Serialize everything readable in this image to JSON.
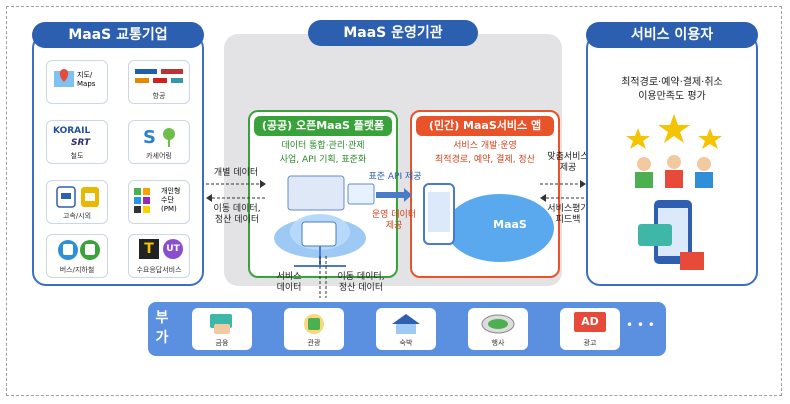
{
  "panels": {
    "left": {
      "title": "MaaS 교통기업",
      "tiles": [
        {
          "label": "지도/\nMaps",
          "icon": "map-icon"
        },
        {
          "label": "항공",
          "icon": "airline-logos-icon"
        },
        {
          "label": "철도",
          "icon": "rail-logos-icon",
          "logos": [
            "KORAIL",
            "SRT"
          ]
        },
        {
          "label": "카셰어링",
          "icon": "carshare-icon"
        },
        {
          "label": "고속/시외",
          "icon": "bus-terminal-icon"
        },
        {
          "label": "개인형\n수단\n(PM)",
          "icon": "personal-mobility-icon"
        },
        {
          "label": "버스/지하철",
          "icon": "bus-subway-icon"
        },
        {
          "label": "수요응답서비스",
          "icon": "demand-response-icon",
          "logos": [
            "T",
            "UT"
          ]
        }
      ]
    },
    "middle": {
      "title": "MaaS 운영기관",
      "public": {
        "title": "(공공) 오픈MaaS 플랫폼",
        "line1": "데이터 통합·관리·관제",
        "line2": "사업, API 기획, 표준화"
      },
      "private": {
        "title": "(민간) MaaS서비스 앱",
        "line1": "서비스 개발·운영",
        "line2": "최적경로, 예약, 결제, 정산",
        "badge": "MaaS"
      }
    },
    "right": {
      "title": "서비스 이용자",
      "line1": "최적경로·예약·결제·취소",
      "line2": "이용만족도 평가"
    }
  },
  "flows": {
    "open_data": "개별 데이터",
    "usage_data_left": "이동 데이터,\n정산 데이터",
    "standard_api": "표준 API 제공",
    "operation_data": "운영 데이터\n제공",
    "custom_service": "맞춤서비스\n제공",
    "evaluation": "서비스평가\n피드백",
    "service_data": "서비스\n데이터",
    "usage_data_bottom": "이동 데이터,\n정산 데이터"
  },
  "addon": {
    "label": "부가",
    "items": [
      {
        "label": "금융",
        "icon": "finance-icon"
      },
      {
        "label": "관광",
        "icon": "tourism-icon"
      },
      {
        "label": "숙박",
        "icon": "lodging-icon"
      },
      {
        "label": "행사",
        "icon": "event-icon"
      },
      {
        "label": "광고",
        "icon": "ad-icon",
        "badge": "AD"
      }
    ],
    "more": "• • •"
  },
  "colors": {
    "blue": "#2d5fb0",
    "green": "#3aa23a",
    "orange": "#e8532a",
    "addon": "#5b8fe0"
  }
}
